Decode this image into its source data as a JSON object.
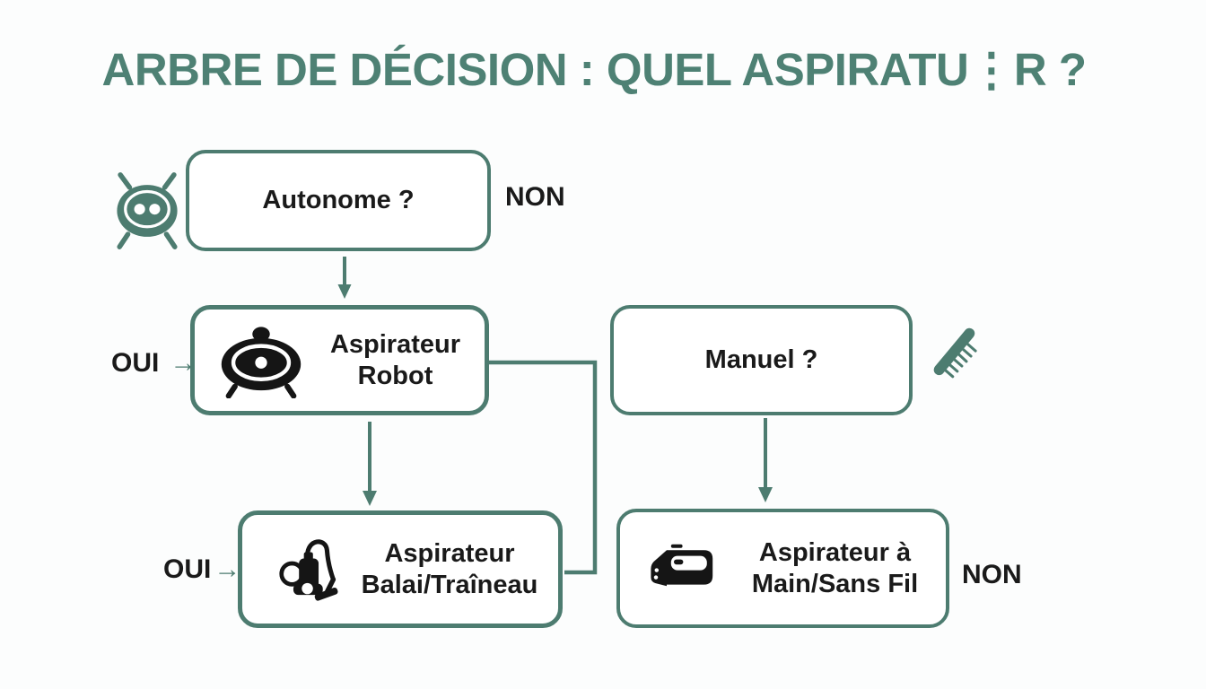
{
  "title": "ARBRE DE DÉCISION : QUEL ASPIRATU⋮R ?",
  "colors": {
    "green": "#4d7c70",
    "title": "#4e8174",
    "ink": "#1a1a1a",
    "icon_black": "#151515",
    "bg": "#fcfdfd",
    "node_bg": "#ffffff"
  },
  "nodes": {
    "autonome": {
      "label": "Autonome ?",
      "icon": "robot-head-icon"
    },
    "robot": {
      "label": "Aspirateur\nRobot",
      "icon": "robot-vacuum-icon"
    },
    "manuel": {
      "label": "Manuel ?",
      "icon": "brush-icon"
    },
    "balai": {
      "label": "Aspirateur\nBalai/Traîneau",
      "icon": "canister-vacuum-icon"
    },
    "main": {
      "label": "Aspirateur à\nMain/Sans Fil",
      "icon": "handheld-vacuum-icon"
    }
  },
  "edge_labels": {
    "autonome_non": "NON",
    "robot_oui": "OUI",
    "balai_oui": "OUI",
    "main_non": "NON",
    "arrow_glyph": "→"
  }
}
